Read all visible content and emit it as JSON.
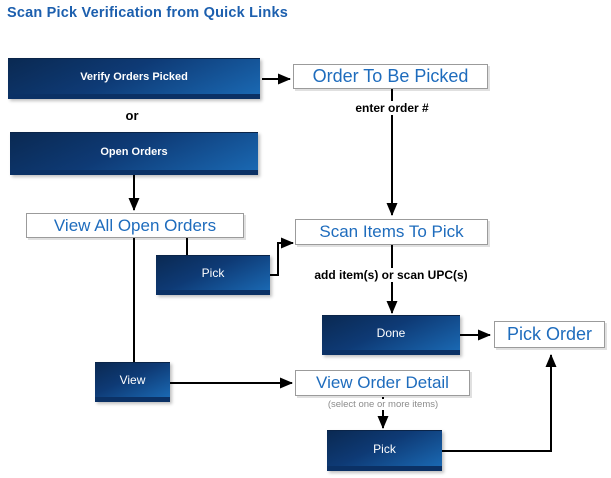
{
  "title": "Scan Pick Verification from Quick Links",
  "buttons": {
    "verify_orders_picked": "Verify Orders Picked",
    "open_orders": "Open Orders",
    "pick_mid": "Pick",
    "done": "Done",
    "view": "View",
    "pick_bottom": "Pick"
  },
  "screens": {
    "order_to_be_picked": "Order To Be Picked",
    "view_all_open_orders": "View All Open Orders",
    "scan_items_to_pick": "Scan Items To Pick",
    "pick_order": "Pick Order",
    "view_order_detail": "View Order Detail"
  },
  "annotations": {
    "or": "or",
    "enter_order": "enter order #",
    "add_items": "add item(s) or scan UPC(s)",
    "select_items": "(select one or more items)"
  },
  "colors": {
    "title_blue": "#1c5fae",
    "screen_text_blue": "#1e6cbd",
    "button_gradient_top": "#0a2952",
    "button_gradient_bottom": "#1a68b2",
    "button_base_strip": "#0b3165",
    "note_gray": "#8c8c8c",
    "connector": "#000000"
  }
}
